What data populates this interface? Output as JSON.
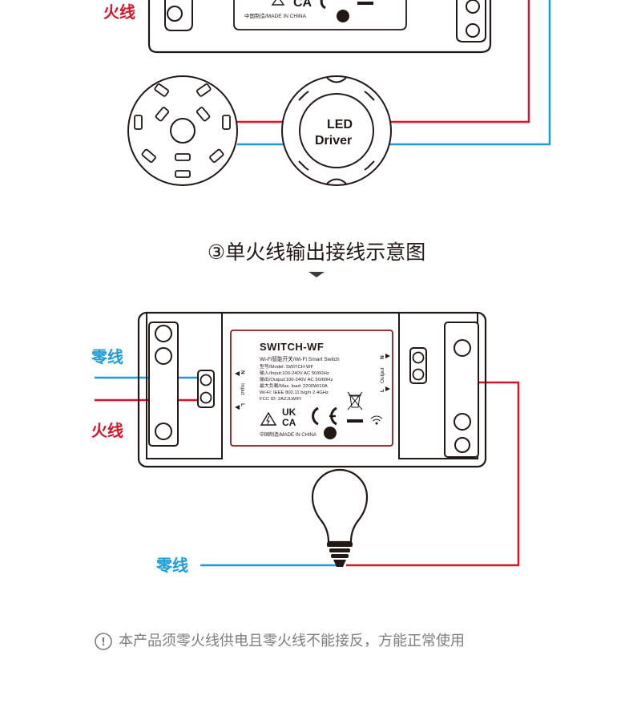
{
  "top": {
    "live_label": "火线",
    "made_in": "中国制造/MADE IN CHINA",
    "mark_text": "CA",
    "driver_line1": "LED",
    "driver_line2": "Driver"
  },
  "section": {
    "title": "③单火线输出接线示意图"
  },
  "device": {
    "model": "SWITCH-WF",
    "subtitle": "Wi-Fi智能开关/Wi-Fi Smart Switch",
    "spec_model": "型号/Model: SWITCH-WF",
    "spec_input": "输入/Input:100-240V AC 50/60Hz",
    "spec_output": "输出/Output:100-240V AC 50/60Hz",
    "spec_load": "最大负载/Max. load: 2200W/10A",
    "spec_wifi": "Wi-Fi: IEEE 802.11 b/g/n 2.4GHz",
    "spec_fcc": "FCC ID: 2AZJLWIFI",
    "mark_uk": "UK",
    "mark_ca": "CA",
    "made_in": "中国制造/MADE IN CHINA",
    "input_label": "Input",
    "input_n": "N",
    "input_l": "L",
    "output_label": "Output",
    "output_n": "N",
    "output_l": "L"
  },
  "wires": {
    "neutral_label": "零线",
    "live_label": "火线",
    "lamp_neutral_label": "零线"
  },
  "footer": {
    "note": "本产品须零火线供电且零火线不能接反，方能正常使用",
    "note_icon": "!"
  },
  "colors": {
    "live": "#d5152b",
    "neutral": "#1d9bd7",
    "outline": "#231815"
  }
}
